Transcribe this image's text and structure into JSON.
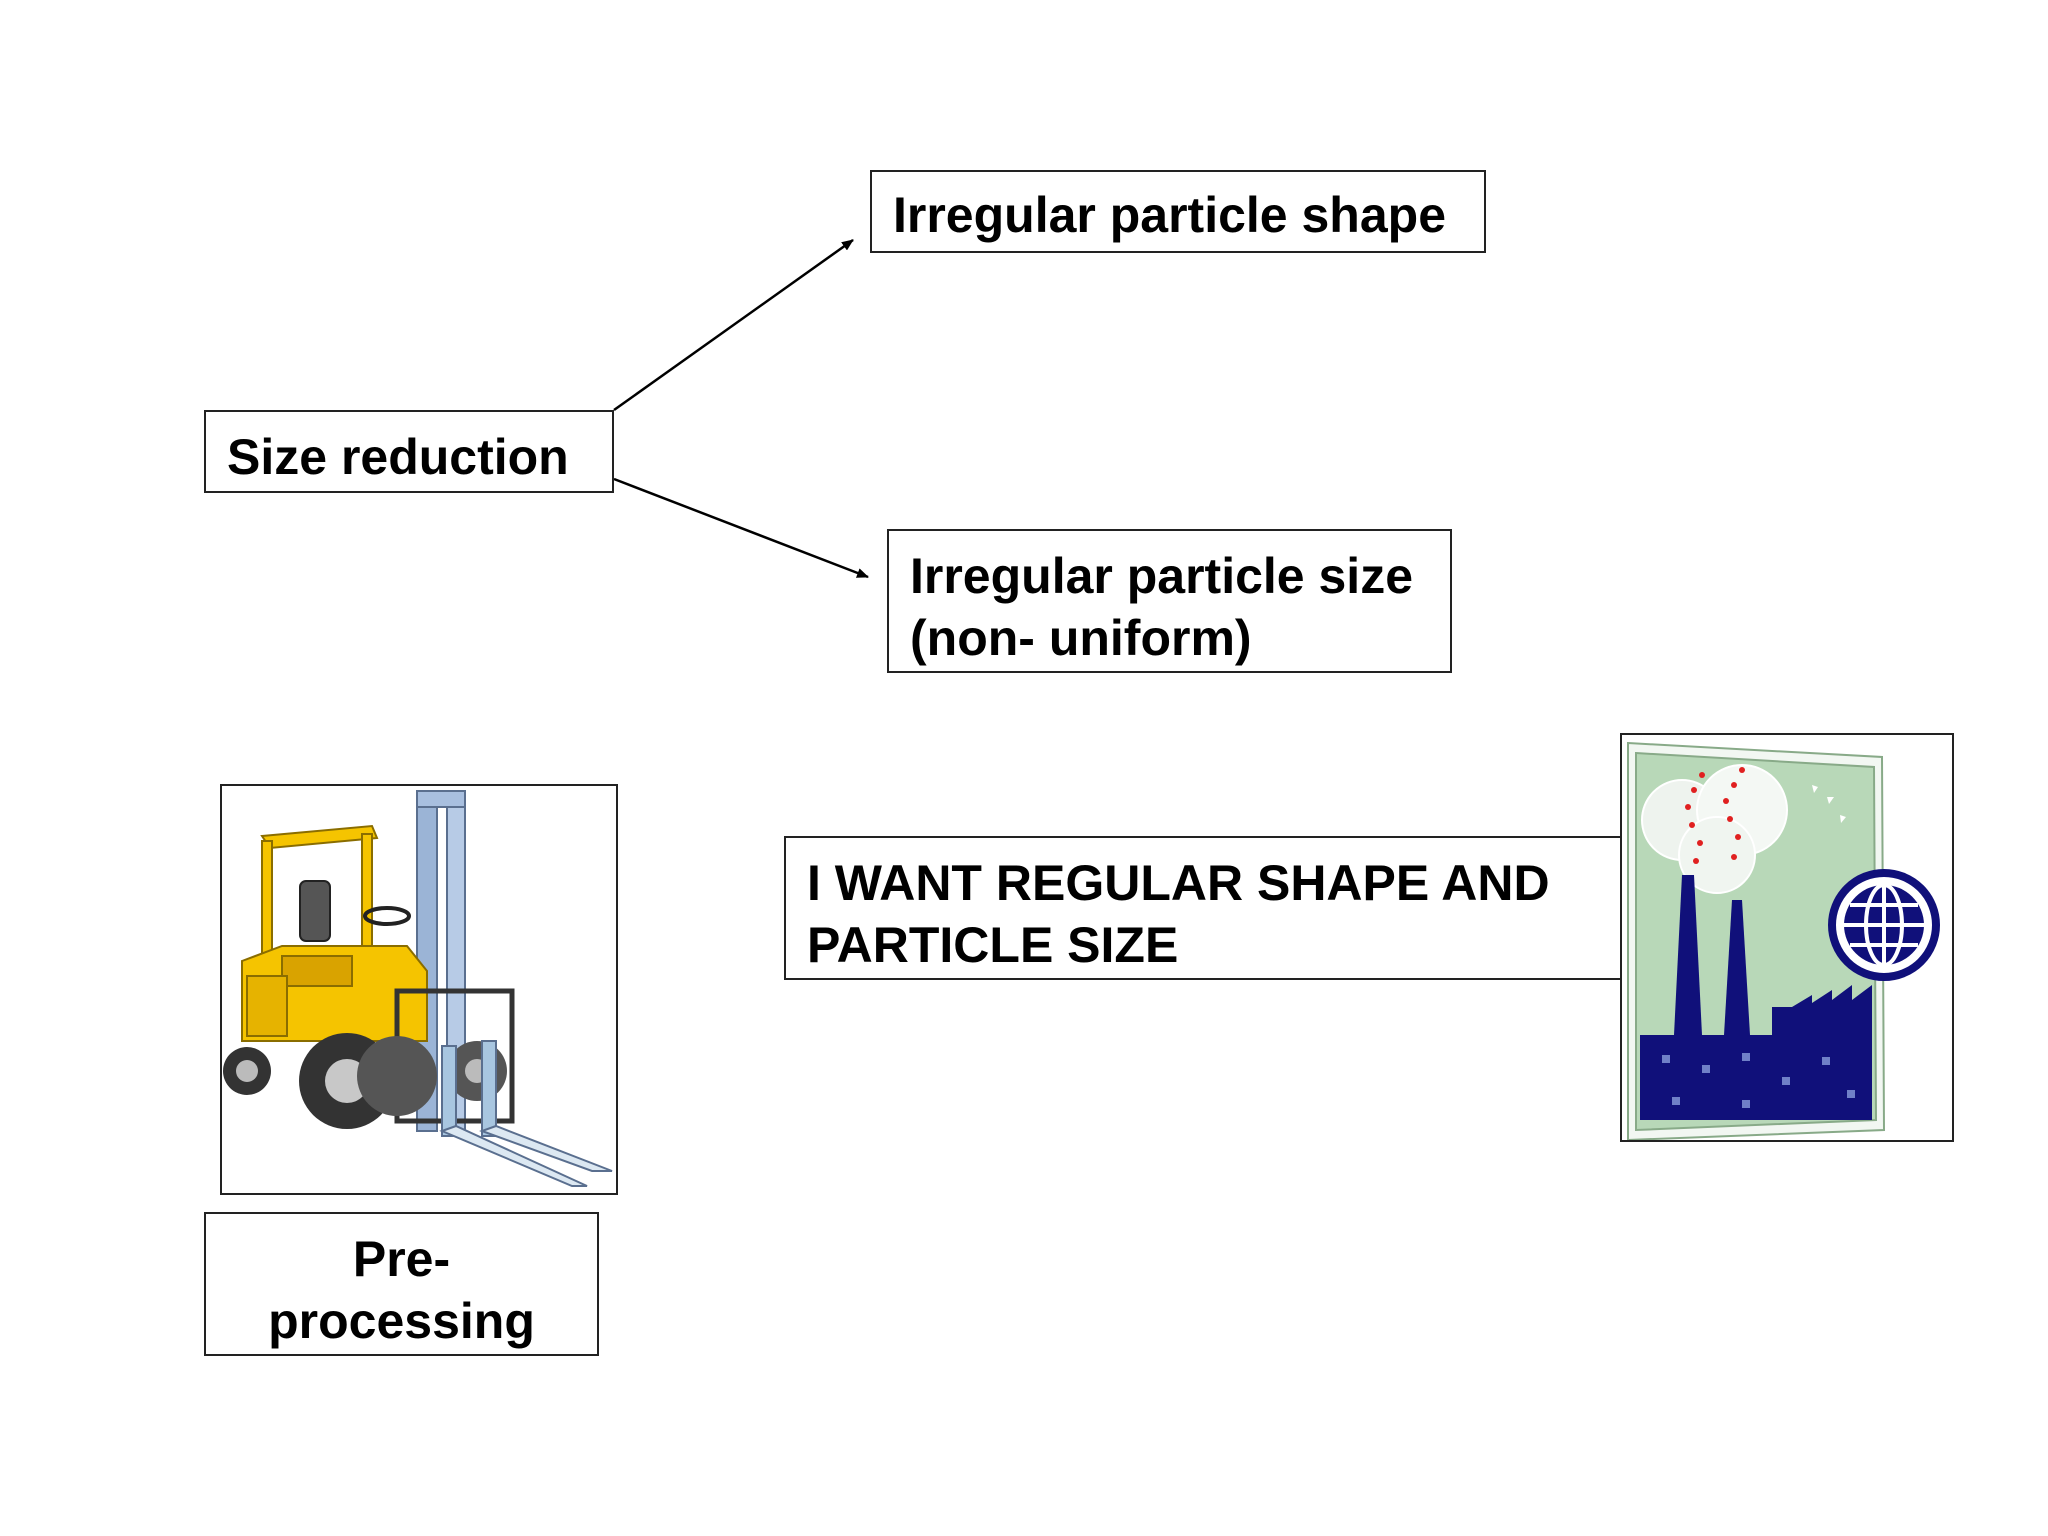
{
  "boxes": {
    "size_reduction": "Size reduction",
    "irregular_shape": "Irregular particle shape",
    "irregular_size_line1": "Irregular particle size",
    "irregular_size_line2": "(non- uniform)",
    "want_line1": "I WANT REGULAR SHAPE AND",
    "want_line2": "PARTICLE SIZE",
    "pre_line1": "Pre-",
    "pre_line2": "processing"
  },
  "images": {
    "forklift": "forklift-icon",
    "factory": "factory-globe-icon"
  },
  "colors": {
    "forklift_yellow": "#f5c400",
    "factory_navy": "#10107a",
    "factory_bg": "#b8d8b8",
    "smoke_dots": "#e02020"
  }
}
